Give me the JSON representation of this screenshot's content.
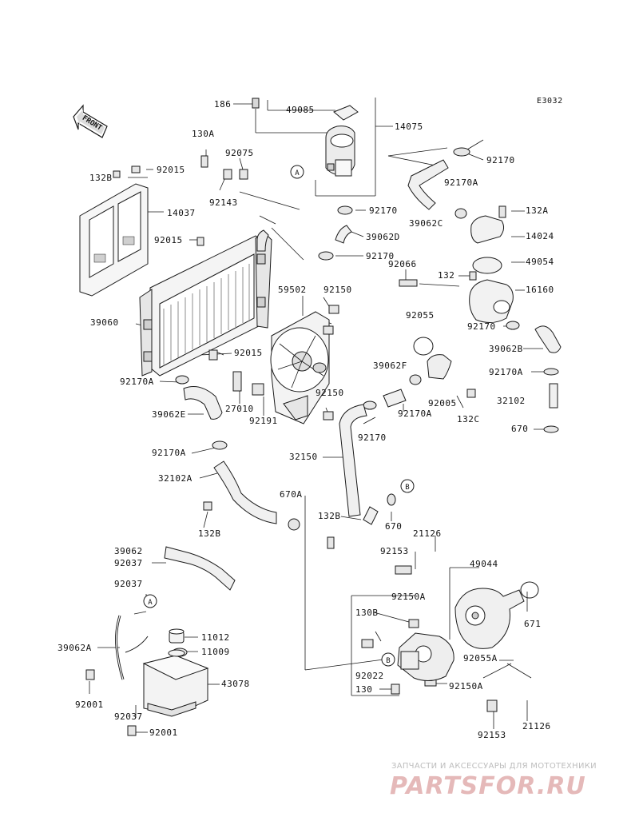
{
  "diagram": {
    "code": "E3032",
    "front_label": "FRONT",
    "callouts": {
      "A": "A",
      "B": "B"
    },
    "parts": {
      "p186": "186",
      "p49085": "49085",
      "p14075": "14075",
      "p130a": "130A",
      "p92075": "92075",
      "p92170_top": "92170",
      "p132b_top": "132B",
      "p92015_top": "92015",
      "p92143": "92143",
      "p92170a_top": "92170A",
      "p14037": "14037",
      "p92170_b": "92170",
      "p39062c": "39062C",
      "p132a": "132A",
      "p39062d": "39062D",
      "p14024": "14024",
      "p92015_mid": "92015",
      "p92170_c": "92170",
      "p92066": "92066",
      "p49054": "49054",
      "p132": "132",
      "p59502": "59502",
      "p92150_top": "92150",
      "p16160": "16160",
      "p39060": "39060",
      "p92055": "92055",
      "p92170_d": "92170",
      "p39062b": "39062B",
      "p92015_low": "92015",
      "p39062f": "39062F",
      "p92170a_r": "92170A",
      "p92170a_l": "92170A",
      "p27010": "27010",
      "p92150_mid": "92150",
      "p92005": "92005",
      "p32102": "32102",
      "p39062e": "39062E",
      "p92191": "92191",
      "p92170a_mid": "92170A",
      "p132c": "132C",
      "p92170_e": "92170",
      "p670_r": "670",
      "p92170a_low": "92170A",
      "p32150": "32150",
      "p32102a": "32102A",
      "p670a": "670A",
      "p132b_mid": "132B",
      "p670": "670",
      "p132b_low": "132B",
      "p21126_top": "21126",
      "p39062": "39062",
      "p92153_top": "92153",
      "p49044": "49044",
      "p92037_a": "92037",
      "p92037_b": "92037",
      "p92150a_top": "92150A",
      "p130b": "130B",
      "p671": "671",
      "p11012": "11012",
      "p39062a": "39062A",
      "p11009": "11009",
      "p92055a": "92055A",
      "p92022": "92022",
      "p43078": "43078",
      "p130": "130",
      "p92150a_low": "92150A",
      "p92001_a": "92001",
      "p92037_c": "92037",
      "p21126_low": "21126",
      "p92001_b": "92001",
      "p92153_low": "92153"
    }
  },
  "watermark": {
    "tagline": "ЗАПЧАСТИ И АКСЕССУАРЫ ДЛЯ МОТОТЕХНИКИ",
    "logo": "PARTSFOR.RU"
  },
  "colors": {
    "line": "#1a1a1a",
    "part_fill": "#f2f2f2",
    "part_shade": "#cfcfcf",
    "watermark": "#e5b9b9"
  }
}
